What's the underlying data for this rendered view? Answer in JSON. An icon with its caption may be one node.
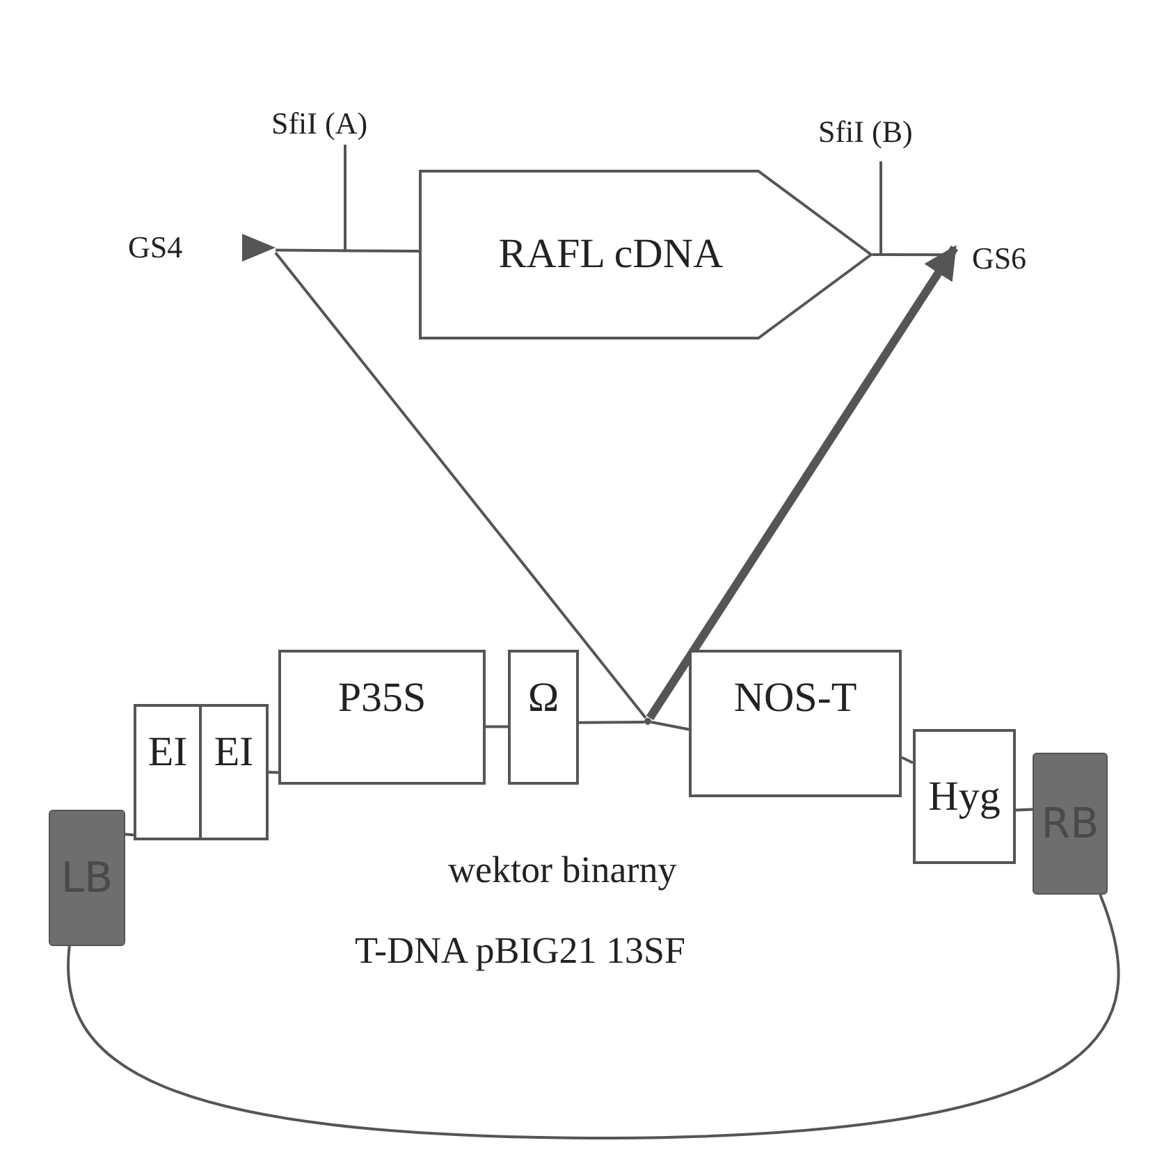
{
  "diagram": {
    "nodes": [
      {
        "text": [
          "GS4"
        ]
      },
      {
        "text": [
          "RAFL cDNA"
        ]
      },
      {
        "text": [
          "GS6"
        ]
      },
      {
        "text": [
          "LB"
        ]
      },
      {
        "text": [
          "EI"
        ]
      },
      {
        "text": [
          "EI"
        ]
      },
      {
        "text": [
          "P35S"
        ]
      },
      {
        "text": [
          "Ω"
        ]
      },
      {
        "text": [],
        "shape": "point"
      },
      {
        "text": [
          "NOS-T"
        ]
      },
      {
        "text": [
          "Hyg"
        ]
      },
      {
        "text": [
          "RB"
        ]
      }
    ],
    "edges": [
      {
        "from": 3,
        "to": 4,
        "arrow": "none"
      },
      {
        "from": 5,
        "to": 6,
        "arrow": "none"
      },
      {
        "from": 6,
        "to": 7,
        "arrow": "none"
      },
      {
        "from": 7,
        "to": 8,
        "arrow": "none"
      },
      {
        "from": 8,
        "to": 9,
        "arrow": "none"
      },
      {
        "from": 9,
        "to": 10,
        "arrow": "none"
      },
      {
        "from": 10,
        "to": 11,
        "arrow": "none"
      },
      {
        "from": 11,
        "to": 3,
        "arrow": "none"
      },
      {
        "from": 0,
        "to": 1,
        "arrow": "none"
      },
      {
        "from": 1,
        "to": 2,
        "arrow": "none"
      },
      {
        "from": 8,
        "to": 0,
        "arrow": "none"
      },
      {
        "from": 8,
        "to": 2,
        "arrow": "to",
        "style": "thick"
      }
    ],
    "labels": [
      "SfiI (A)",
      "SfiI (B)",
      "wektor binarny",
      "T-DNA pBIG21 13SF"
    ]
  }
}
